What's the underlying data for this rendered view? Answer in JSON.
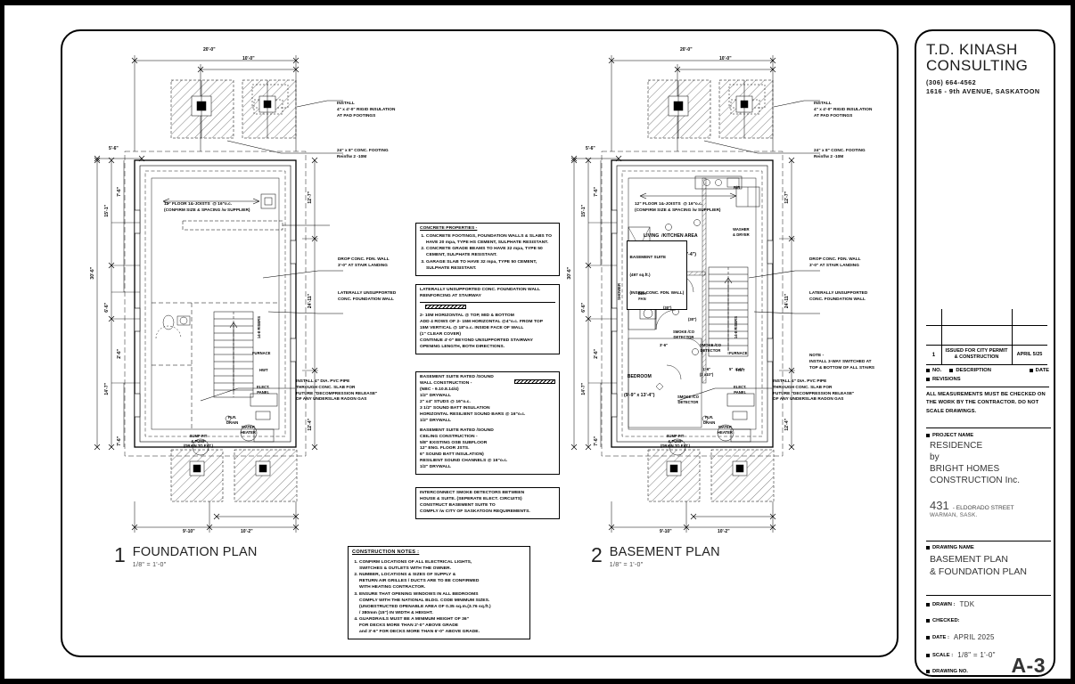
{
  "sheet": {
    "drawing_number": "A-3"
  },
  "title_block": {
    "firm_line1": "T.D. KINASH",
    "firm_line2": "CONSULTING",
    "phone": "(306) 664-4562",
    "address": "1616 - 9th AVENUE, SASKATOON",
    "revisions": {
      "rows": [
        {
          "no": "1",
          "description": "ISSUED FOR CITY PERMIT\n& CONSTRUCTION",
          "date": "APRIL 5/25"
        }
      ],
      "header_no": "NO.",
      "header_description": "DESCRIPTION",
      "header_date": "DATE",
      "label": "REVISIONS"
    },
    "measurements_note": "ALL MEASUREMENTS MUST BE CHECKED ON THE WORK BY THE CONTRACTOR. DO NOT SCALE DRAWINGS.",
    "project_label": "PROJECT NAME",
    "project_name_lines": [
      "RESIDENCE",
      "by",
      "BRIGHT HOMES",
      "CONSTRUCTION Inc."
    ],
    "street_number": "431",
    "street_name": "- ELDORADO STREET",
    "city": "WARMAN, SASK.",
    "drawing_name_label": "DRAWING NAME",
    "drawing_name_lines": [
      "BASEMENT PLAN",
      "& FOUNDATION PLAN"
    ],
    "drawn_label": "DRAWN  :",
    "drawn_value": "TDK",
    "checked_label": "CHECKED:",
    "checked_value": "",
    "date_label": "DATE    :",
    "date_value": "APRIL 2025",
    "scale_label": "SCALE   :",
    "scale_value": "1/8\" = 1'-0\"",
    "drawing_no_label": "DRAWING NO."
  },
  "notes": {
    "concrete": {
      "heading": "CONCRETE PROPERTIES -",
      "items": [
        "CONCRETE FOOTINGS, FOUNDATION WALLS & SLABS TO HAVE 20 mpa, TYPE HS CEMENT, SULPHATE RESISTANT.",
        "CONCRETE GRADE BEAMS TO HAVE 32 mpa, TYPE 50 CEMENT, SULPHATE RESISTANT.",
        "GARAGE SLAB TO HAVE 32 mpa, TYPE 50 CEMENT, SULPHATE RESISTANT."
      ]
    },
    "laterally_unsupported": {
      "heading_lines": [
        "LATERALLY UNSUPPORTED CONC. FOUNDATION WALL",
        "REINFORCING AT STAIRWAY"
      ],
      "body_lines": [
        "2- 10M HORIZONTAL @ TOP, MID & BOTTOM",
        "ADD 4 ROWS OF 2- 15M HORIZONTAL @4\"o.c. FROM TOP",
        "15M VERTICAL @ 18\"o.c. INSIDE FACE OF WALL",
        "  (1\" CLEAR COVER)",
        "CONTINUE 4'-0\" BEYOND UNSUPPORTED STAIRWAY",
        "OPENING LENGTH, BOTH DIRECTIONS."
      ]
    },
    "basement_suite": {
      "wall_heading_lines": [
        "BASEMENT SUITE RATED /SOUND",
        "  WALL CONSTRUCTION -",
        "  (NBC - 9.10.8.14/4)"
      ],
      "wall_lines": [
        "1/2\" DRYWALL",
        "2\" x4\" STUDS @ 16\"o.c.",
        "3 1/2\" SOUND BATT INSULATION",
        "HORIZONTAL RESILIENT SOUND BARS @ 16\"o.c.",
        "1/2\" DRYWALL"
      ],
      "ceiling_heading_lines": [
        "BASEMENT SUITE RATED /SOUND",
        "  CEILING CONSTRUCTION -"
      ],
      "ceiling_lines": [
        "5/8\" EXISTING OSB SUBFLOOR",
        "12\" ENG. FLOOR JSTS.",
        "6\" SOUND BATT INSULATION)",
        "RESILIENT SOUND CHANNELS @ 16\"o.c.",
        "1/2\" DRYWALL"
      ]
    },
    "smoke_detectors": {
      "lines": [
        "INTERCONNECT SMOKE DETECTORS BETWEEN",
        "HOUSE & SUITE. (SEPERATE ELECT. CIRCUITS)",
        "CONSTRUCT BASEMENT SUITE TO",
        "COMPLY /w CITY OF SASKATOON REQUIREMENTS."
      ]
    },
    "construction": {
      "heading": "CONSTRUCTION  NOTES :",
      "items": [
        "CONFIRM LOCATIONS OF ALL ELECTRICAL LIGHTS,\n    SWITCHES & OUTLETS WITH THE OWNER.",
        "NUMBER, LOCATIONS & SIZES OF SUPPLY &\n    RETURN AIR GRILLES / DUCTS ARE TO BE CONFIRMED\n    WITH HEATING CONTRACTOR.",
        "ENSURE THAT OPENING WINDOWS IN ALL BEDROOMS\n    COMPLY WITH THE NATIONAL BLDG. CODE MINIMUM SIZES.\n    (UNOBSTRUCTED OPENABLE AREA OF 0.35 sq.m.(3.76 sq.ft.)\n    / 380mm (15\") IN WIDTH & HEIGHT.",
        "GUARDRAILS MUST BE A MINIMUM HEIGHT OF 36\"\n    FOR DECKS MORE THAN 2'-0\" ABOVE GRADE\n    and 3'-6\" FOR DECKS MORE THAN 6'-0\" ABOVE GRADE."
      ]
    }
  },
  "foundation_plan": {
    "number": "1",
    "title": "FOUNDATION PLAN",
    "scale": "1/8\" = 1'-0\"",
    "dims_top": [
      "20'-0\"",
      "10'-0\""
    ],
    "dims_left": [
      "30'-6\"",
      "15'-1\"",
      "7'-6\"",
      "6'-6\"",
      "2'-6\"",
      "14'-7\"",
      "7'-6\""
    ],
    "dims_right": [
      "12'-7\"",
      "24'-11\"",
      "12'-4\""
    ],
    "dim_left_upper": "5'-6\"",
    "dims_bottom": [
      "9'-10\"",
      "10'-2\""
    ],
    "callouts": [
      "INSTALL\n4\" x 4'-0\" RIGID INSULATION\nAT PAD FOOTINGS",
      "24\" x 8\" CONC. FOOTING\nReinf/w 2 -10M",
      "12\" FLOOR 1&-JOISTS  @ 16\"o.c.\n(CONFIRM SIZE & SPACING /w SUPPLIER)",
      "DROP CONC. FDN. WALL\n3'-0\" AT STAIR LANDING",
      "LATERALLY UNSUPPORTED\nCONC. FOUNDATION WALL",
      "INSTALL 4\" DIA. PVC PIPE\nTHROUGH CONC. SLAB FOR\nFUTURE \"DECOMPRESSION RELEASE\"\nOF ANY UNDERSLAB RADON GAS"
    ],
    "equipment": [
      "FURNACE",
      "HWT",
      "ELECT.\nPANEL",
      "FLR.\nDRAIN",
      "WATER\nHEATER",
      "SUMP PIT\n& PUMP\n(DRAIN TO EXT.)"
    ],
    "stair_label": "14-8 RISERS"
  },
  "basement_plan": {
    "number": "2",
    "title": "BASEMENT PLAN",
    "scale": "1/8\" = 1'-0\"",
    "dims_top": [
      "20'-0\"",
      "10'-0\""
    ],
    "dims_left": [
      "30'-6\"",
      "15'-1\"",
      "7'-6\"",
      "6'-6\"",
      "2'-6\"",
      "14'-7\"",
      "7'-6\""
    ],
    "dims_right": [
      "12'-7\"",
      "24'-11\"",
      "12'-4\""
    ],
    "dim_left_upper": "5'-6\"",
    "dims_bottom": [
      "9'-10\"",
      "10'-2\""
    ],
    "rooms": [
      {
        "name": "LIVING  /KITCHEN AREA",
        "dims": "(17'-10\" /12'-3\" x 17'-4\")"
      },
      {
        "name": "BEDROOM",
        "dims": "(9'-9\" x 13'-4\")"
      }
    ],
    "suite_box": [
      "BASEMENT SUITE",
      "(497 sq.ft.)",
      "(INSIDE CONC. FDN. WALL)"
    ],
    "callouts": [
      "INSTALL\n4\" x 4'-0\" RIGID INSULATION\nAT PAD FOOTINGS",
      "24\" x 8\" CONC. FOOTING\nReinf/w 2 -10M",
      "12\" FLOOR 1&-JOISTS  @ 16\"o.c.\n(CONFIRM SIZE & SPACING /w SUPPLIER)",
      "DROP CONC. FDN. WALL\n3'-0\" AT STAIR LANDING",
      "LATERALLY UNSUPPORTED\nCONC. FOUNDATION WALL",
      "NOTE -\nINSTALL 3-WAY SWITCHED AT\nTOP & BOTTOM OF ALL STAIRS",
      "INSTALL 4\" DIA. PVC PIPE\nTHROUGH CONC. SLAB FOR\nFUTURE \"DECOMPRESSION RELEASE\"\nOF ANY UNDERSLAB RADON GAS"
    ],
    "fixtures": [
      "WASHER\n& DRYER",
      "R/R",
      "DEH\nFAN",
      "SHOWER",
      "FURNACE",
      "HWT",
      "ELECT.\nPANEL",
      "FLR.\nDRAIN",
      "WATER\nHEATER",
      "SUMP PIT\n& PUMP\n(DRAIN TO EXT.)"
    ],
    "smoke_labels": [
      "SMOKE /CO\nDETECTOR",
      "SMOKE /CO\nDETECTOR",
      "SMOKE /CO\nDETECTOR"
    ],
    "door_tags": [
      "(30\")",
      "(30\")",
      "3'-6\"",
      "1'-6\"\n(2 x10\")",
      "5\"  4'-6\""
    ],
    "stair_label": "14-8 RISERS"
  },
  "colors": {
    "ink": "#000000",
    "paper": "#ffffff",
    "gray_text": "#333333"
  }
}
